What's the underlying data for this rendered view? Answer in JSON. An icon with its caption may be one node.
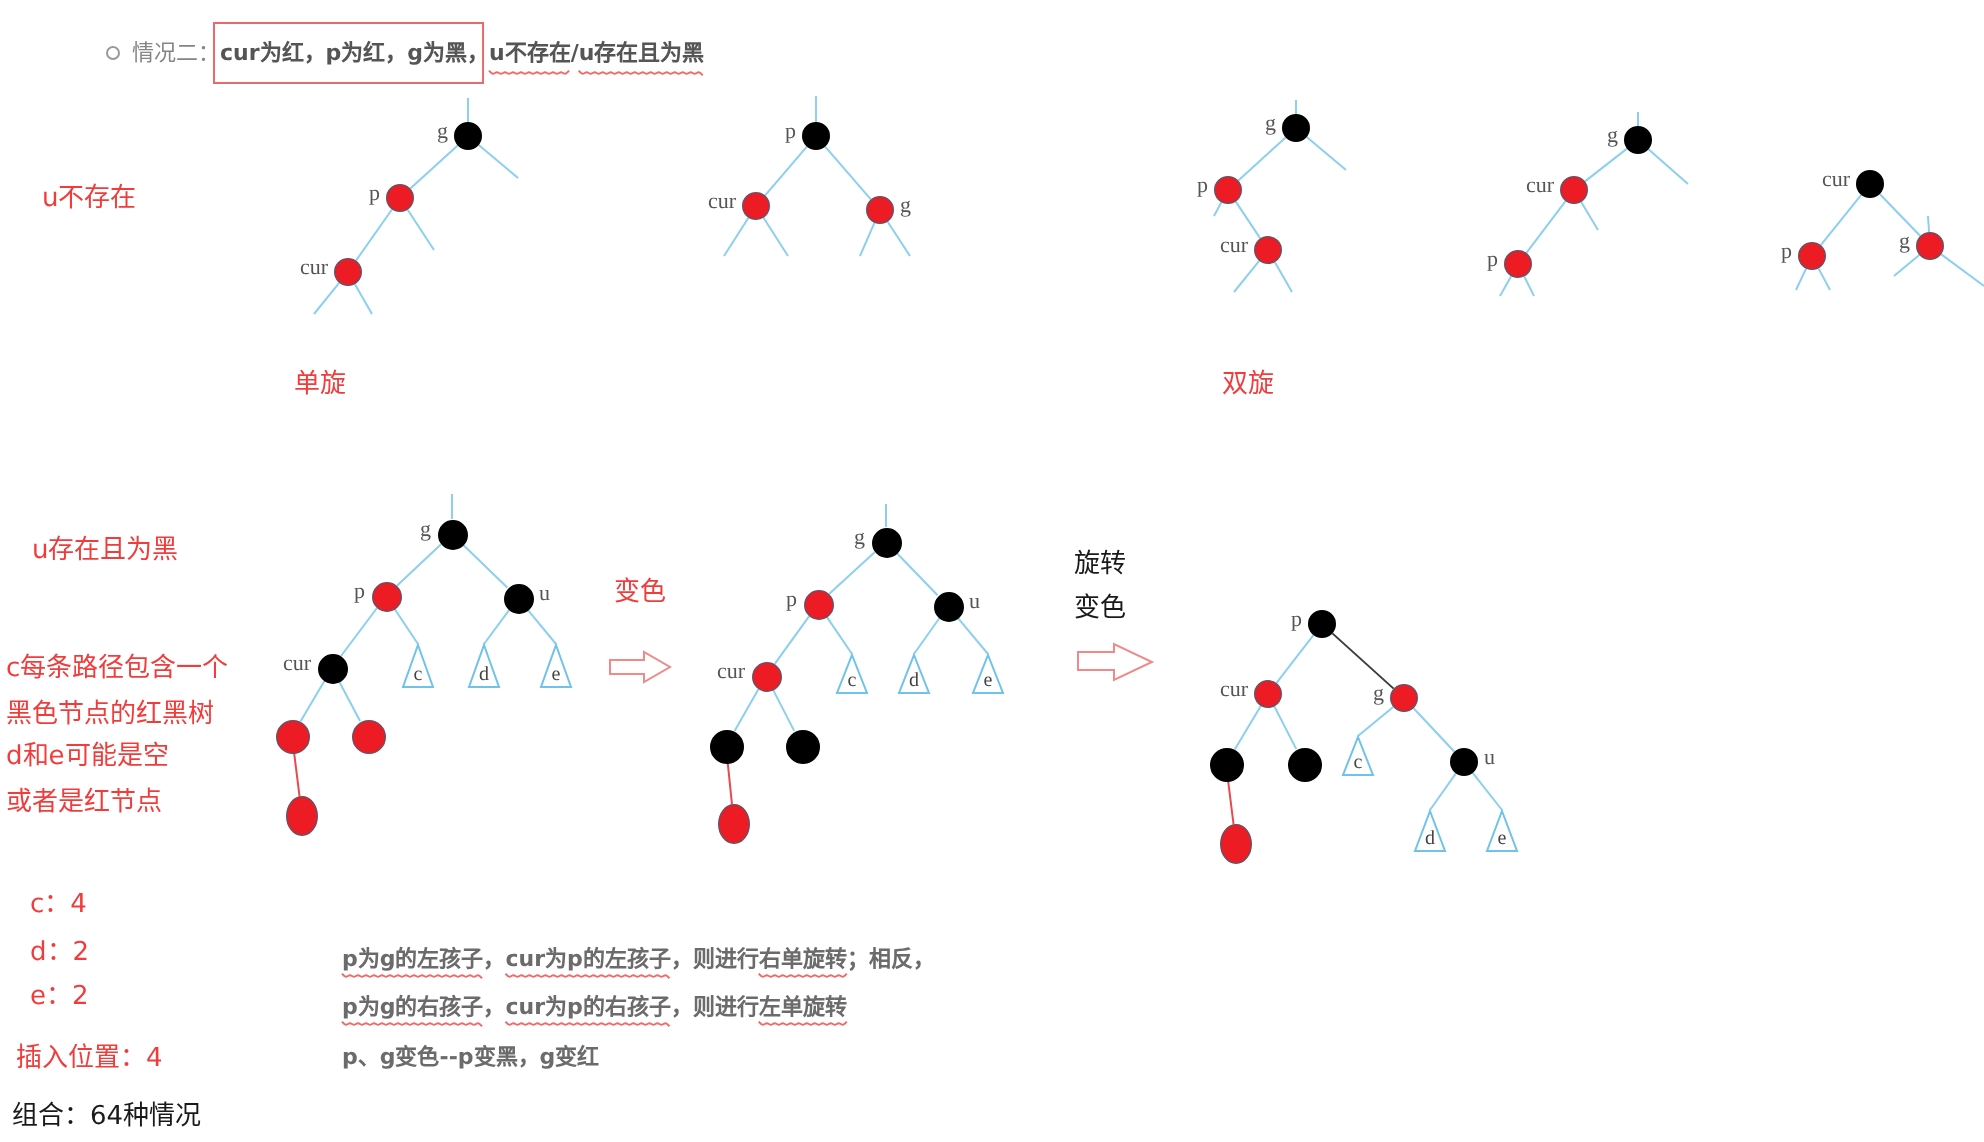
{
  "diagram": {
    "title": "情况二：**cur为红，p为红，g为黑，u不存在/u存在且为黑**",
    "nodes": [
      {
        "text": [],
        "shape": "circle",
        "beside": [
          "g"
        ]
      },
      {
        "text": [],
        "shape": "circle",
        "beside": [
          "p"
        ]
      },
      {
        "text": [],
        "shape": "circle",
        "beside": [
          "cur"
        ]
      },
      {
        "text": [],
        "shape": "circle",
        "beside": [
          "p"
        ]
      },
      {
        "text": [],
        "shape": "circle",
        "beside": [
          "cur"
        ]
      },
      {
        "text": [],
        "shape": "circle",
        "beside": [
          "g"
        ]
      },
      {
        "text": [],
        "shape": "circle",
        "beside": [
          "g"
        ]
      },
      {
        "text": [],
        "shape": "circle",
        "beside": [
          "p"
        ]
      },
      {
        "text": [],
        "shape": "circle",
        "beside": [
          "cur"
        ]
      },
      {
        "text": [],
        "shape": "circle",
        "beside": [
          "g"
        ]
      },
      {
        "text": [],
        "shape": "circle",
        "beside": [
          "cur"
        ]
      },
      {
        "text": [],
        "shape": "circle",
        "beside": [
          "p"
        ]
      },
      {
        "text": [],
        "shape": "circle",
        "beside": [
          "cur"
        ]
      },
      {
        "text": [],
        "shape": "circle",
        "beside": [
          "p"
        ]
      },
      {
        "text": [],
        "shape": "circle",
        "beside": [
          "g"
        ]
      },
      {
        "text": [],
        "shape": "circle",
        "beside": [
          "g"
        ]
      },
      {
        "text": [],
        "shape": "circle",
        "beside": [
          "p"
        ]
      },
      {
        "text": [],
        "shape": "circle",
        "beside": [
          "u"
        ]
      },
      {
        "text": [],
        "shape": "circle",
        "beside": [
          "cur"
        ]
      },
      {
        "text": [
          "c"
        ]
      },
      {
        "text": [
          "d"
        ]
      },
      {
        "text": [
          "e"
        ]
      },
      {
        "text": [],
        "shape": "circle"
      },
      {
        "text": [],
        "shape": "circle"
      },
      {
        "text": [],
        "shape": "circle"
      },
      {
        "text": [],
        "shape": "circle",
        "beside": [
          "g"
        ]
      },
      {
        "text": [],
        "shape": "circle",
        "beside": [
          "p"
        ]
      },
      {
        "text": [],
        "shape": "circle",
        "beside": [
          "u"
        ]
      },
      {
        "text": [],
        "shape": "circle",
        "beside": [
          "cur"
        ]
      },
      {
        "text": [
          "c"
        ]
      },
      {
        "text": [
          "d"
        ]
      },
      {
        "text": [
          "e"
        ]
      },
      {
        "text": [],
        "shape": "circle"
      },
      {
        "text": [],
        "shape": "circle"
      },
      {
        "text": [],
        "shape": "circle"
      },
      {
        "text": [],
        "shape": "circle",
        "beside": [
          "p"
        ]
      },
      {
        "text": [],
        "shape": "circle",
        "beside": [
          "cur"
        ]
      },
      {
        "text": [],
        "shape": "circle",
        "beside": [
          "g"
        ]
      },
      {
        "text": [],
        "shape": "circle"
      },
      {
        "text": [],
        "shape": "circle"
      },
      {
        "text": [
          "c"
        ]
      },
      {
        "text": [],
        "shape": "circle",
        "beside": [
          "u"
        ]
      },
      {
        "text": [],
        "shape": "circle"
      },
      {
        "text": [
          "d"
        ]
      },
      {
        "text": [
          "e"
        ]
      }
    ],
    "edges": [
      {
        "from": 0,
        "to": 1,
        "arrow": "none"
      },
      {
        "from": 1,
        "to": 2,
        "arrow": "none"
      },
      {
        "from": 0,
        "to": null,
        "arrow": "none"
      },
      {
        "from": 0,
        "to": null,
        "arrow": "none"
      },
      {
        "from": 1,
        "to": null,
        "arrow": "none"
      },
      {
        "from": 2,
        "to": null,
        "arrow": "none"
      },
      {
        "from": 2,
        "to": null,
        "arrow": "none"
      },
      {
        "from": 3,
        "to": 4,
        "arrow": "none"
      },
      {
        "from": 3,
        "to": 5,
        "arrow": "none"
      },
      {
        "from": 3,
        "to": null,
        "arrow": "none"
      },
      {
        "from": 4,
        "to": null,
        "arrow": "none"
      },
      {
        "from": 4,
        "to": null,
        "arrow": "none"
      },
      {
        "from": 5,
        "to": null,
        "arrow": "none"
      },
      {
        "from": 5,
        "to": null,
        "arrow": "none"
      },
      {
        "from": 6,
        "to": 7,
        "arrow": "none"
      },
      {
        "from": 7,
        "to": 8,
        "arrow": "none"
      },
      {
        "from": 6,
        "to": null,
        "arrow": "none"
      },
      {
        "from": 6,
        "to": null,
        "arrow": "none"
      },
      {
        "from": 7,
        "to": null,
        "arrow": "none"
      },
      {
        "from": 8,
        "to": null,
        "arrow": "none"
      },
      {
        "from": 8,
        "to": null,
        "arrow": "none"
      },
      {
        "from": 9,
        "to": 10,
        "arrow": "none"
      },
      {
        "from": 10,
        "to": 11,
        "arrow": "none"
      },
      {
        "from": 9,
        "to": null,
        "arrow": "none"
      },
      {
        "from": 9,
        "to": null,
        "arrow": "none"
      },
      {
        "from": 10,
        "to": null,
        "arrow": "none"
      },
      {
        "from": 11,
        "to": null,
        "arrow": "none"
      },
      {
        "from": 11,
        "to": null,
        "arrow": "none"
      },
      {
        "from": 12,
        "to": 13,
        "arrow": "none"
      },
      {
        "from": 12,
        "to": 14,
        "arrow": "none"
      },
      {
        "from": 13,
        "to": null,
        "arrow": "none"
      },
      {
        "from": 13,
        "to": null,
        "arrow": "none"
      },
      {
        "from": 14,
        "to": null,
        "arrow": "none"
      },
      {
        "from": 14,
        "to": null,
        "arrow": "none"
      },
      {
        "from": 14,
        "to": null,
        "arrow": "none"
      },
      {
        "from": 15,
        "to": 16,
        "arrow": "none"
      },
      {
        "from": 15,
        "to": 17,
        "arrow": "none"
      },
      {
        "from": 16,
        "to": 18,
        "arrow": "none"
      },
      {
        "from": 16,
        "to": 19,
        "arrow": "none"
      },
      {
        "from": 17,
        "to": 20,
        "arrow": "none"
      },
      {
        "from": 17,
        "to": 21,
        "arrow": "none"
      },
      {
        "from": 18,
        "to": 22,
        "arrow": "none"
      },
      {
        "from": 18,
        "to": 23,
        "arrow": "none"
      },
      {
        "from": 22,
        "to": 24,
        "arrow": "none",
        "color": "#e8484f"
      },
      {
        "from": 15,
        "to": null,
        "arrow": "none"
      },
      {
        "from": 25,
        "to": 26,
        "arrow": "none"
      },
      {
        "from": 25,
        "to": 27,
        "arrow": "none"
      },
      {
        "from": 26,
        "to": 28,
        "arrow": "none"
      },
      {
        "from": 26,
        "to": 29,
        "arrow": "none"
      },
      {
        "from": 27,
        "to": 30,
        "arrow": "none"
      },
      {
        "from": 27,
        "to": 31,
        "arrow": "none"
      },
      {
        "from": 28,
        "to": 32,
        "arrow": "none"
      },
      {
        "from": 28,
        "to": 33,
        "arrow": "none"
      },
      {
        "from": 32,
        "to": 34,
        "arrow": "none",
        "color": "#e8484f"
      },
      {
        "from": 25,
        "to": null,
        "arrow": "none"
      },
      {
        "from": 35,
        "to": 36,
        "arrow": "none"
      },
      {
        "from": 35,
        "to": 37,
        "arrow": "none",
        "color": "#3c3c3c"
      },
      {
        "from": 36,
        "to": 38,
        "arrow": "none"
      },
      {
        "from": 36,
        "to": 39,
        "arrow": "none"
      },
      {
        "from": 38,
        "to": 42,
        "arrow": "none",
        "color": "#e8484f"
      },
      {
        "from": 37,
        "to": 40,
        "arrow": "none"
      },
      {
        "from": 37,
        "to": 41,
        "arrow": "none"
      },
      {
        "from": 41,
        "to": 43,
        "arrow": "none"
      },
      {
        "from": 41,
        "to": 44,
        "arrow": "none"
      }
    ],
    "labels": [
      "u不存在",
      "单旋",
      "双旋",
      "u存在且为黑",
      "变色",
      "旋转",
      "变色",
      "c每条路径包含一个黑色节点的红黑树",
      "d和e可能是空或者是红节点",
      "c：4",
      "d：2",
      "e：2",
      "插入位置：4",
      "组合：64种情况",
      "p为g的左孩子，cur为p的左孩子，则进行右单旋转；相反，",
      "p为g的右孩子，cur为p的右孩子，则进行左单旋转",
      "p、g变色--p变黑，g变红"
    ]
  }
}
